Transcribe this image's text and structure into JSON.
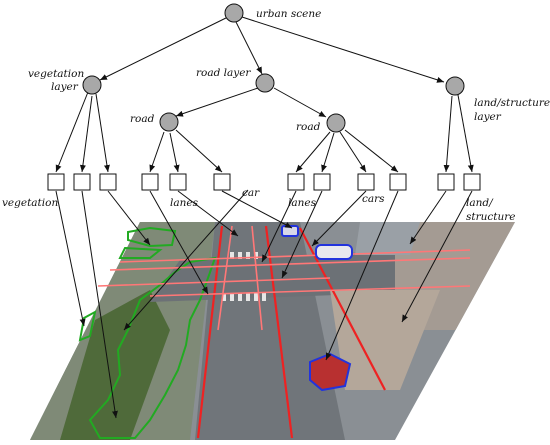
{
  "diagram": {
    "nodes": {
      "root": "urban scene",
      "vegetation_layer": [
        "vegetation",
        "layer"
      ],
      "road_layer": "road layer",
      "road_a": "road",
      "road_b": "road",
      "land_structure_layer": [
        "land/structure",
        "layer"
      ]
    },
    "leaf_labels": {
      "vegetation": "vegetation",
      "lanes_a": "lanes",
      "car": "car",
      "lanes_b": "lanes",
      "cars": "cars",
      "land_structure": [
        "land/",
        "structure"
      ]
    },
    "colors": {
      "node_fill": "#a8a8a8",
      "line": "#111111",
      "vegetation_outline": "#22aa22",
      "road_outline": "#ee2222",
      "lane_lines": "#ff7777",
      "car_outline": "#2233dd"
    }
  }
}
